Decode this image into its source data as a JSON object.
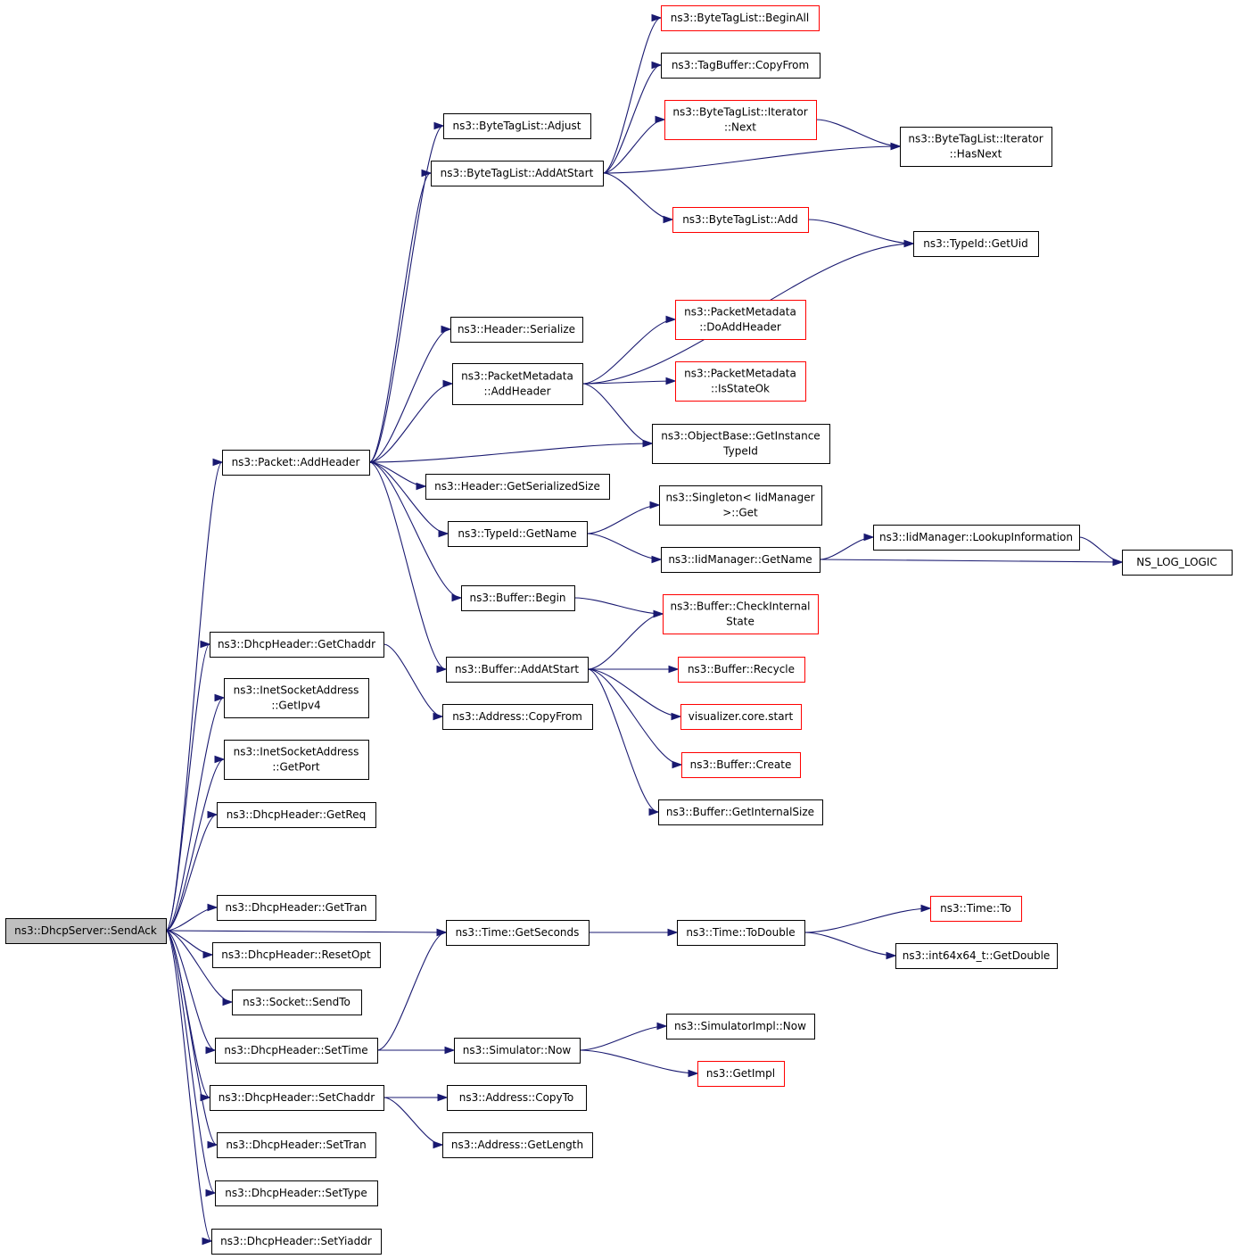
{
  "colors": {
    "edge": "#191970",
    "border_normal": "#000000",
    "border_truncated": "#ff0000",
    "fill_root": "#bfbfbf",
    "fill_default": "#ffffff"
  },
  "nodes": {
    "root": {
      "lines": [
        "ns3::DhcpServer::SendAck"
      ],
      "style": "root"
    },
    "pkt_addheader": {
      "lines": [
        "ns3::Packet::AddHeader"
      ],
      "style": "normal"
    },
    "getchaddr": {
      "lines": [
        "ns3::DhcpHeader::GetChaddr"
      ],
      "style": "normal"
    },
    "getipv4": {
      "lines": [
        "ns3::InetSocketAddress",
        "::GetIpv4"
      ],
      "style": "normal"
    },
    "getport": {
      "lines": [
        "ns3::InetSocketAddress",
        "::GetPort"
      ],
      "style": "normal"
    },
    "getreq": {
      "lines": [
        "ns3::DhcpHeader::GetReq"
      ],
      "style": "normal"
    },
    "gettran": {
      "lines": [
        "ns3::DhcpHeader::GetTran"
      ],
      "style": "normal"
    },
    "resetopt": {
      "lines": [
        "ns3::DhcpHeader::ResetOpt"
      ],
      "style": "normal"
    },
    "sendto": {
      "lines": [
        "ns3::Socket::SendTo"
      ],
      "style": "normal"
    },
    "settime": {
      "lines": [
        "ns3::DhcpHeader::SetTime"
      ],
      "style": "normal"
    },
    "setchaddr": {
      "lines": [
        "ns3::DhcpHeader::SetChaddr"
      ],
      "style": "normal"
    },
    "settran": {
      "lines": [
        "ns3::DhcpHeader::SetTran"
      ],
      "style": "normal"
    },
    "settype": {
      "lines": [
        "ns3::DhcpHeader::SetType"
      ],
      "style": "normal"
    },
    "setyiaddr": {
      "lines": [
        "ns3::DhcpHeader::SetYiaddr"
      ],
      "style": "normal"
    },
    "btl_adjust": {
      "lines": [
        "ns3::ByteTagList::Adjust"
      ],
      "style": "normal"
    },
    "btl_addatstart": {
      "lines": [
        "ns3::ByteTagList::AddAtStart"
      ],
      "style": "normal"
    },
    "hdr_serialize": {
      "lines": [
        "ns3::Header::Serialize"
      ],
      "style": "normal"
    },
    "pm_addheader": {
      "lines": [
        "ns3::PacketMetadata",
        "::AddHeader"
      ],
      "style": "normal"
    },
    "hdr_getsersize": {
      "lines": [
        "ns3::Header::GetSerializedSize"
      ],
      "style": "normal"
    },
    "typeid_getname": {
      "lines": [
        "ns3::TypeId::GetName"
      ],
      "style": "normal"
    },
    "buf_begin": {
      "lines": [
        "ns3::Buffer::Begin"
      ],
      "style": "normal"
    },
    "buf_addatstart": {
      "lines": [
        "ns3::Buffer::AddAtStart"
      ],
      "style": "normal"
    },
    "addr_copyfrom": {
      "lines": [
        "ns3::Address::CopyFrom"
      ],
      "style": "normal"
    },
    "time_getseconds": {
      "lines": [
        "ns3::Time::GetSeconds"
      ],
      "style": "normal"
    },
    "sim_now": {
      "lines": [
        "ns3::Simulator::Now"
      ],
      "style": "normal"
    },
    "addr_copyto": {
      "lines": [
        "ns3::Address::CopyTo"
      ],
      "style": "normal"
    },
    "addr_getlength": {
      "lines": [
        "ns3::Address::GetLength"
      ],
      "style": "normal"
    },
    "btl_beginall": {
      "lines": [
        "ns3::ByteTagList::BeginAll"
      ],
      "style": "truncated"
    },
    "tagbuf_copyfrom": {
      "lines": [
        "ns3::TagBuffer::CopyFrom"
      ],
      "style": "normal"
    },
    "btl_iter_next": {
      "lines": [
        "ns3::ByteTagList::Iterator",
        "::Next"
      ],
      "style": "truncated"
    },
    "btl_add": {
      "lines": [
        "ns3::ByteTagList::Add"
      ],
      "style": "truncated"
    },
    "pm_doaddheader": {
      "lines": [
        "ns3::PacketMetadata",
        "::DoAddHeader"
      ],
      "style": "truncated"
    },
    "pm_isstateok": {
      "lines": [
        "ns3::PacketMetadata",
        "::IsStateOk"
      ],
      "style": "truncated"
    },
    "objbase_getinst": {
      "lines": [
        "ns3::ObjectBase::GetInstance",
        "TypeId"
      ],
      "style": "normal"
    },
    "singleton_get": {
      "lines": [
        "ns3::Singleton< IidManager",
        ">::Get"
      ],
      "style": "normal"
    },
    "iidmgr_getname": {
      "lines": [
        "ns3::IidManager::GetName"
      ],
      "style": "normal"
    },
    "buf_checkinternal": {
      "lines": [
        "ns3::Buffer::CheckInternal",
        "State"
      ],
      "style": "truncated"
    },
    "buf_recycle": {
      "lines": [
        "ns3::Buffer::Recycle"
      ],
      "style": "truncated"
    },
    "vis_core_start": {
      "lines": [
        "visualizer.core.start"
      ],
      "style": "truncated"
    },
    "buf_create": {
      "lines": [
        "ns3::Buffer::Create"
      ],
      "style": "truncated"
    },
    "buf_getinternalsize": {
      "lines": [
        "ns3::Buffer::GetInternalSize"
      ],
      "style": "normal"
    },
    "time_todouble": {
      "lines": [
        "ns3::Time::ToDouble"
      ],
      "style": "normal"
    },
    "simimpl_now": {
      "lines": [
        "ns3::SimulatorImpl::Now"
      ],
      "style": "normal"
    },
    "getimpl": {
      "lines": [
        "ns3::GetImpl"
      ],
      "style": "truncated"
    },
    "btl_iter_hasnext": {
      "lines": [
        "ns3::ByteTagList::Iterator",
        "::HasNext"
      ],
      "style": "normal"
    },
    "typeid_getuid": {
      "lines": [
        "ns3::TypeId::GetUid"
      ],
      "style": "normal"
    },
    "iidmgr_lookupinfo": {
      "lines": [
        "ns3::IidManager::LookupInformation"
      ],
      "style": "normal"
    },
    "time_to": {
      "lines": [
        "ns3::Time::To"
      ],
      "style": "truncated"
    },
    "int64_getdouble": {
      "lines": [
        "ns3::int64x64_t::GetDouble"
      ],
      "style": "normal"
    },
    "ns_log_logic": {
      "lines": [
        "NS_LOG_LOGIC"
      ],
      "style": "normal"
    }
  },
  "edges": [
    [
      "root",
      "pkt_addheader"
    ],
    [
      "root",
      "getchaddr"
    ],
    [
      "root",
      "getipv4"
    ],
    [
      "root",
      "getport"
    ],
    [
      "root",
      "getreq"
    ],
    [
      "root",
      "time_getseconds"
    ],
    [
      "root",
      "gettran"
    ],
    [
      "root",
      "resetopt"
    ],
    [
      "root",
      "sendto"
    ],
    [
      "root",
      "settime"
    ],
    [
      "root",
      "setchaddr"
    ],
    [
      "root",
      "settran"
    ],
    [
      "root",
      "settype"
    ],
    [
      "root",
      "setyiaddr"
    ],
    [
      "pkt_addheader",
      "btl_adjust"
    ],
    [
      "pkt_addheader",
      "btl_addatstart"
    ],
    [
      "pkt_addheader",
      "hdr_serialize"
    ],
    [
      "pkt_addheader",
      "pm_addheader"
    ],
    [
      "pkt_addheader",
      "objbase_getinst"
    ],
    [
      "pkt_addheader",
      "hdr_getsersize"
    ],
    [
      "pkt_addheader",
      "typeid_getname"
    ],
    [
      "pkt_addheader",
      "buf_begin"
    ],
    [
      "pkt_addheader",
      "buf_addatstart"
    ],
    [
      "btl_addatstart",
      "btl_beginall"
    ],
    [
      "btl_addatstart",
      "tagbuf_copyfrom"
    ],
    [
      "btl_addatstart",
      "btl_iter_next"
    ],
    [
      "btl_addatstart",
      "btl_iter_hasnext"
    ],
    [
      "btl_addatstart",
      "btl_add"
    ],
    [
      "btl_iter_next",
      "btl_iter_hasnext"
    ],
    [
      "btl_add",
      "typeid_getuid"
    ],
    [
      "pm_addheader",
      "typeid_getuid"
    ],
    [
      "pm_addheader",
      "pm_doaddheader"
    ],
    [
      "pm_addheader",
      "pm_isstateok"
    ],
    [
      "pm_addheader",
      "objbase_getinst"
    ],
    [
      "typeid_getname",
      "singleton_get"
    ],
    [
      "typeid_getname",
      "iidmgr_getname"
    ],
    [
      "iidmgr_getname",
      "iidmgr_lookupinfo"
    ],
    [
      "iidmgr_getname",
      "ns_log_logic"
    ],
    [
      "iidmgr_lookupinfo",
      "ns_log_logic"
    ],
    [
      "buf_begin",
      "buf_checkinternal"
    ],
    [
      "buf_addatstart",
      "buf_checkinternal"
    ],
    [
      "buf_addatstart",
      "buf_recycle"
    ],
    [
      "buf_addatstart",
      "vis_core_start"
    ],
    [
      "buf_addatstart",
      "buf_create"
    ],
    [
      "buf_addatstart",
      "buf_getinternalsize"
    ],
    [
      "getchaddr",
      "addr_copyfrom"
    ],
    [
      "time_getseconds",
      "time_todouble"
    ],
    [
      "time_todouble",
      "time_to"
    ],
    [
      "time_todouble",
      "int64_getdouble"
    ],
    [
      "settime",
      "time_getseconds"
    ],
    [
      "settime",
      "sim_now"
    ],
    [
      "sim_now",
      "simimpl_now"
    ],
    [
      "sim_now",
      "getimpl"
    ],
    [
      "setchaddr",
      "addr_copyto"
    ],
    [
      "setchaddr",
      "addr_getlength"
    ]
  ]
}
